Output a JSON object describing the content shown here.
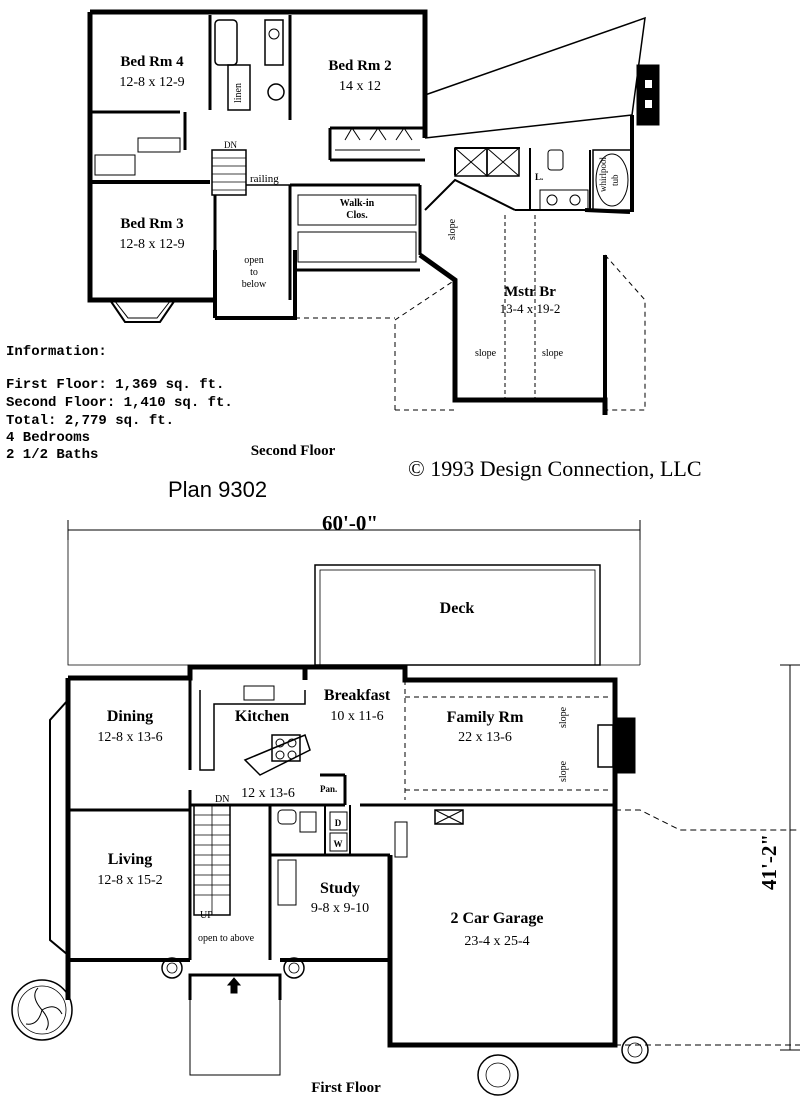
{
  "second_floor": {
    "rooms": [
      {
        "name": "Bed Rm 4",
        "size": "12-8 x 12-9"
      },
      {
        "name": "Bed Rm 2",
        "size": "14 x 12"
      },
      {
        "name": "Bed Rm 3",
        "size": "12-8 x 12-9"
      },
      {
        "name": "Mstr Br",
        "size": "13-4 x 19-2"
      }
    ],
    "labels": {
      "linen": "linen",
      "dn": "DN",
      "railing": "railing",
      "walkin": "Walk-in",
      "clos": "Clos.",
      "open1": "open",
      "open2": "to",
      "open3": "below",
      "slope": "slope",
      "l": "L.",
      "whirlpool": "whirlpool",
      "tub": "tub"
    },
    "caption": "Second Floor"
  },
  "info": {
    "heading": "Information:",
    "first_floor": "First Floor:  1,369 sq. ft.",
    "second_floor": "Second Floor:  1,410 sq. ft.",
    "total": "Total:  2,779 sq. ft.",
    "bedrooms": "4 Bedrooms",
    "baths": "2 1/2 Baths"
  },
  "copyright": "©  1993 Design Connection, LLC",
  "plan_title": "Plan 9302",
  "first_floor": {
    "width_dim": "60'-0\"",
    "depth_dim": "41'-2\"",
    "rooms": [
      {
        "name": "Deck",
        "size": ""
      },
      {
        "name": "Breakfast",
        "size": "10 x 11-6"
      },
      {
        "name": "Dining",
        "size": "12-8 x 13-6"
      },
      {
        "name": "Kitchen",
        "size": "12 x 13-6"
      },
      {
        "name": "Family  Rm",
        "size": "22 x 13-6"
      },
      {
        "name": "Living",
        "size": "12-8 x 15-2"
      },
      {
        "name": "Study",
        "size": "9-8 x 9-10"
      },
      {
        "name": "2 Car Garage",
        "size": "23-4 x 25-4"
      }
    ],
    "labels": {
      "dn": "DN",
      "pan": "Pan.",
      "d": "D",
      "w": "W",
      "up": "UP",
      "open_above": "open to above",
      "slope": "slope"
    },
    "caption": "First Floor"
  }
}
